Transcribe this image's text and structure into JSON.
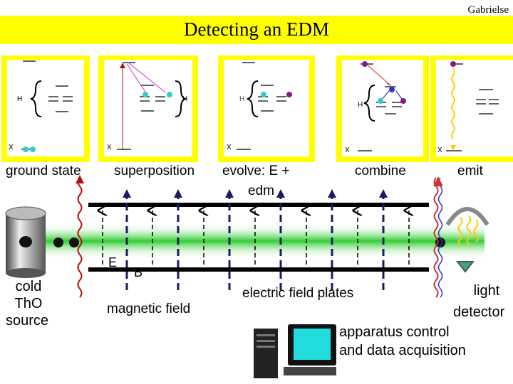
{
  "header": {
    "author": "Gabrielse",
    "title": "Detecting an EDM"
  },
  "panels": [
    {
      "H": "H",
      "X": "X"
    },
    {
      "H": "H",
      "X": "X"
    },
    {
      "H": "H",
      "X": "X"
    },
    {
      "H": "H",
      "X": "X"
    },
    {
      "X": "X"
    }
  ],
  "stages": {
    "ground_state": "ground state",
    "superposition": "superposition",
    "evolve_line1": "evolve: E +",
    "evolve_line2": "edm",
    "combine": "combine",
    "emit": "emit"
  },
  "labels": {
    "source_line1": "cold",
    "source_line2": "ThO",
    "source_line3": "source",
    "E": "E",
    "B": "B",
    "magnetic_field": "magnetic field",
    "electric_field_plates": "electric field plates",
    "light_line1": "light",
    "light_line2": "detector",
    "daq_line1": "apparatus control",
    "daq_line2": "and data acquisition"
  },
  "colors": {
    "title_bar": "#ffff00",
    "beam": "#33cc33",
    "field_arrow": "#1a1a66",
    "laser_red": "#b01010",
    "emission": "#ffcc00",
    "cyan_state": "#33cccc",
    "purple_state": "#8a1a8a",
    "blue_state": "#3333cc"
  }
}
